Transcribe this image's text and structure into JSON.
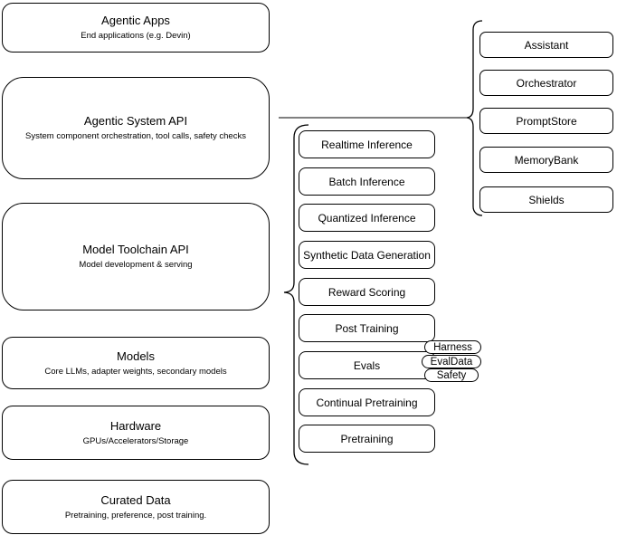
{
  "stack": [
    {
      "title": "Agentic Apps",
      "subtitle": "End applications (e.g. Devin)"
    },
    {
      "title": "Agentic System API",
      "subtitle": "System component orchestration, tool calls, safety checks"
    },
    {
      "title": "Model Toolchain API",
      "subtitle": "Model development & serving"
    },
    {
      "title": "Models",
      "subtitle": "Core LLMs, adapter weights, secondary models"
    },
    {
      "title": "Hardware",
      "subtitle": "GPUs/Accelerators/Storage"
    },
    {
      "title": "Curated Data",
      "subtitle": "Pretraining, preference, post training."
    }
  ],
  "toolchain": {
    "items": [
      {
        "label": "Realtime Inference"
      },
      {
        "label": "Batch Inference"
      },
      {
        "label": "Quantized Inference"
      },
      {
        "label": "Synthetic Data Generation"
      },
      {
        "label": "Reward Scoring"
      },
      {
        "label": "Post Training"
      },
      {
        "label": "Evals"
      },
      {
        "label": "Continual Pretraining"
      },
      {
        "label": "Pretraining"
      }
    ],
    "eval_badges": [
      {
        "label": "Harness"
      },
      {
        "label": "EvalData"
      },
      {
        "label": "Safety"
      }
    ]
  },
  "system_components": {
    "items": [
      {
        "label": "Assistant"
      },
      {
        "label": "Orchestrator"
      },
      {
        "label": "PromptStore"
      },
      {
        "label": "MemoryBank"
      },
      {
        "label": "Shields"
      }
    ]
  },
  "colors": {
    "background": "#ffffff",
    "node_fill": "#ffffff",
    "node_border": "#000000",
    "text": "#000000"
  }
}
